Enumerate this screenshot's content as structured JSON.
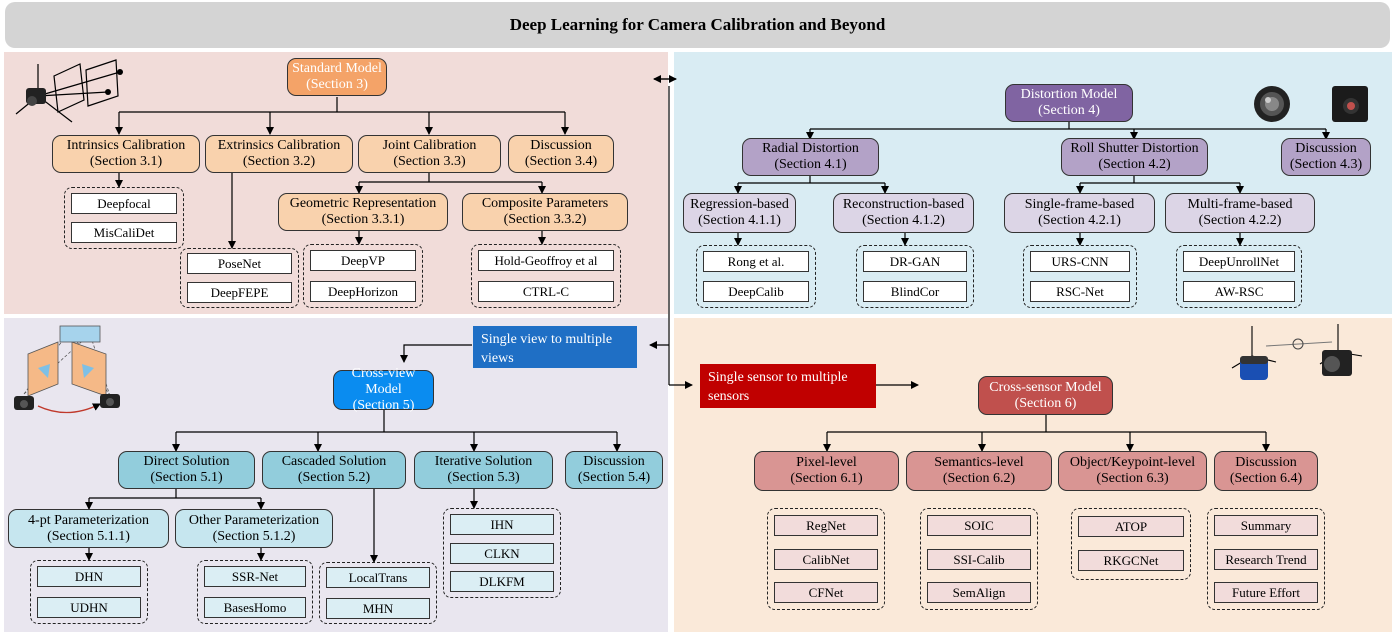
{
  "title": "Deep Learning for Camera Calibration and Beyond",
  "standard": {
    "root": {
      "line1": "Standard Model",
      "line2": "(Section 3)"
    },
    "intrinsics": {
      "line1": "Intrinsics Calibration",
      "line2": "(Section 3.1)"
    },
    "extrinsics": {
      "line1": "Extrinsics Calibration",
      "line2": "(Section 3.2)"
    },
    "joint": {
      "line1": "Joint Calibration",
      "line2": "(Section 3.3)"
    },
    "discussion": {
      "line1": "Discussion",
      "line2": "(Section 3.4)"
    },
    "geometric": {
      "line1": "Geometric Representation",
      "line2": "(Section 3.3.1)"
    },
    "composite": {
      "line1": "Composite Parameters",
      "line2": "(Section 3.3.2)"
    },
    "intrinsics_methods": [
      "Deepfocal",
      "MisCaliDet"
    ],
    "extrinsics_methods": [
      "PoseNet",
      "DeepFEPE"
    ],
    "geometric_methods": [
      "DeepVP",
      "DeepHorizon"
    ],
    "composite_methods": [
      "Hold-Geoffroy et al",
      "CTRL-C"
    ]
  },
  "distortion": {
    "root": {
      "line1": "Distortion Model",
      "line2": "(Section 4)"
    },
    "radial": {
      "line1": "Radial Distortion",
      "line2": "(Section 4.1)"
    },
    "roll": {
      "line1": "Roll Shutter Distortion",
      "line2": "(Section 4.2)"
    },
    "discussion": {
      "line1": "Discussion",
      "line2": "(Section 4.3)"
    },
    "regression": {
      "line1": "Regression-based",
      "line2": "(Section 4.1.1)"
    },
    "reconstruction": {
      "line1": "Reconstruction-based",
      "line2": "(Section 4.1.2)"
    },
    "single_frame": {
      "line1": "Single-frame-based",
      "line2": "(Section 4.2.1)"
    },
    "multi_frame": {
      "line1": "Multi-frame-based",
      "line2": "(Section 4.2.2)"
    },
    "regression_methods": [
      "Rong et al.",
      "DeepCalib"
    ],
    "reconstruction_methods": [
      "DR-GAN",
      "BlindCor"
    ],
    "single_frame_methods": [
      "URS-CNN",
      "RSC-Net"
    ],
    "multi_frame_methods": [
      "DeepUnrollNet",
      "AW-RSC"
    ]
  },
  "crossview": {
    "callout": "Single view to multiple views",
    "root": {
      "line1": "Cross-view Model",
      "line2": "(Section 5)"
    },
    "direct": {
      "line1": "Direct Solution",
      "line2": "(Section 5.1)"
    },
    "cascaded": {
      "line1": "Cascaded Solution",
      "line2": "(Section 5.2)"
    },
    "iterative": {
      "line1": "Iterative Solution",
      "line2": "(Section 5.3)"
    },
    "discussion": {
      "line1": "Discussion",
      "line2": "(Section 5.4)"
    },
    "fourpt": {
      "line1": "4-pt Parameterization",
      "line2": "(Section 5.1.1)"
    },
    "other": {
      "line1": "Other Parameterization",
      "line2": "(Section 5.1.2)"
    },
    "fourpt_methods": [
      "DHN",
      "UDHN"
    ],
    "other_methods": [
      "SSR-Net",
      "BasesHomo"
    ],
    "cascaded_methods": [
      "LocalTrans",
      "MHN"
    ],
    "iterative_methods": [
      "IHN",
      "CLKN",
      "DLKFM"
    ]
  },
  "crosssensor": {
    "callout": "Single sensor to multiple sensors",
    "root": {
      "line1": "Cross-sensor Model",
      "line2": "(Section 6)"
    },
    "pixel": {
      "line1": "Pixel-level",
      "line2": "(Section 6.1)"
    },
    "semantics": {
      "line1": "Semantics-level",
      "line2": "(Section 6.2)"
    },
    "object": {
      "line1": "Object/Keypoint-level",
      "line2": "(Section 6.3)"
    },
    "discussion": {
      "line1": "Discussion",
      "line2": "(Section 6.4)"
    },
    "pixel_methods": [
      "RegNet",
      "CalibNet",
      "CFNet"
    ],
    "semantics_methods": [
      "SOIC",
      "SSI-Calib",
      "SemAlign"
    ],
    "object_methods": [
      "ATOP",
      "RKGCNet"
    ],
    "discussion_items": [
      "Summary",
      "Research Trend",
      "Future Effort"
    ]
  },
  "colors": {
    "standard_root": "#f4a368",
    "standard_node": "#f9d2ad",
    "distortion_root": "#8064a2",
    "distortion_node": "#b3a2c7",
    "distortion_sub": "#dcd5e6",
    "crossview_root": "#0a8cf0",
    "crossview_node": "#92cddc",
    "crossview_sub": "#c6e6ef",
    "crosssensor_root": "#c0504d",
    "crosssensor_node": "#d99593",
    "crosssensor_sub": "#f2dcdb",
    "callout_view": "#1f6fc5",
    "callout_sensor": "#c00000"
  }
}
